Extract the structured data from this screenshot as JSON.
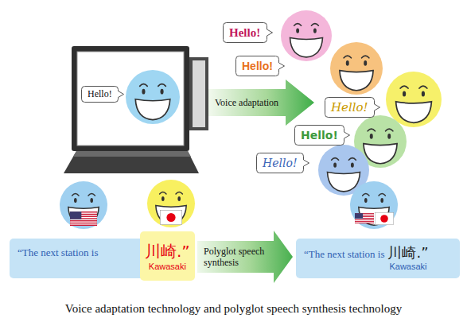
{
  "diagram": {
    "caption": "Voice adaptation technology and polyglot speech synthesis technology",
    "nodes": [
      {
        "text": [
          "Hello!"
        ]
      },
      {
        "text": [
          "Voice adaptation"
        ]
      },
      {
        "text": [
          "Hello!"
        ]
      },
      {
        "text": [
          "Hello!"
        ]
      },
      {
        "text": [
          "Hello!"
        ]
      },
      {
        "text": [
          "Hello!"
        ]
      },
      {
        "text": [
          "Hello!"
        ]
      },
      {
        "text": [
          "“The next station is"
        ]
      },
      {
        "text": [
          "川崎.”",
          "Kawasaki"
        ]
      },
      {
        "text": [
          "Polyglot speech synthesis"
        ]
      },
      {
        "text": [
          "“The next station is",
          "川崎.”",
          "Kawasaki"
        ]
      }
    ]
  }
}
